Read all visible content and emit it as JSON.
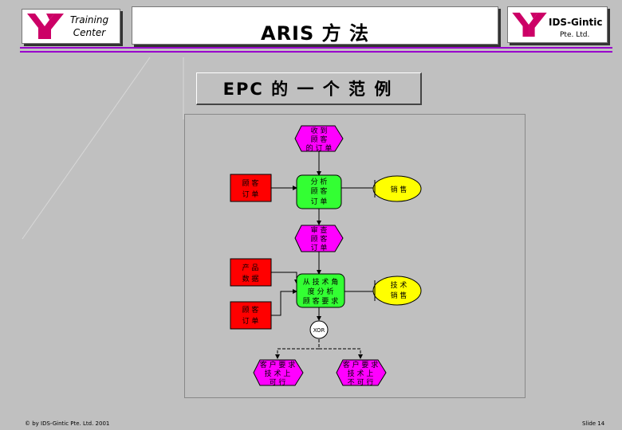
{
  "header": {
    "training_line1": "Training",
    "training_line2": "Center",
    "title": "ARIS 方 法",
    "company": "IDS-Gintic",
    "company_sub": "Pte. Ltd."
  },
  "slide": {
    "subtitle": "EPC 的 一 个 范 例"
  },
  "diagram": {
    "events": [
      {
        "lines": [
          "收 到",
          "顾 客",
          "的 订 单"
        ]
      },
      {
        "lines": [
          "审 查",
          "顾 客",
          "订 单"
        ]
      },
      {
        "lines": [
          "客 户 要 求",
          "技 术 上",
          "可 行"
        ]
      },
      {
        "lines": [
          "客 户 要 求",
          "技 术 上",
          "不 可 行"
        ]
      }
    ],
    "functions": [
      {
        "lines": [
          "分 析",
          "顾 客",
          "订 单"
        ]
      },
      {
        "lines": [
          "从 技 术 角",
          "度 分 析",
          "顾 客 要 求"
        ]
      }
    ],
    "data_objects": [
      {
        "lines": [
          "顾 客",
          "订 单"
        ]
      },
      {
        "lines": [
          "产 品",
          "数 据"
        ]
      },
      {
        "lines": [
          "顾 客",
          "订 单"
        ]
      }
    ],
    "org_units": [
      {
        "lines": [
          "销 售"
        ]
      },
      {
        "lines": [
          "技 术",
          "销 售"
        ]
      }
    ],
    "connector": "XOR"
  },
  "footer": {
    "copyright": "© by IDS-Gintic Pte. Ltd. 2001",
    "slide_no": "Slide 14"
  },
  "colors": {
    "event": "#ff00ff",
    "function": "#33ff33",
    "data": "#ff0000",
    "org": "#ffff00",
    "rule": "#9900cc",
    "logo": "#cc0066"
  },
  "icons": [
    "training-logo-icon",
    "ids-gintic-logo-icon"
  ]
}
